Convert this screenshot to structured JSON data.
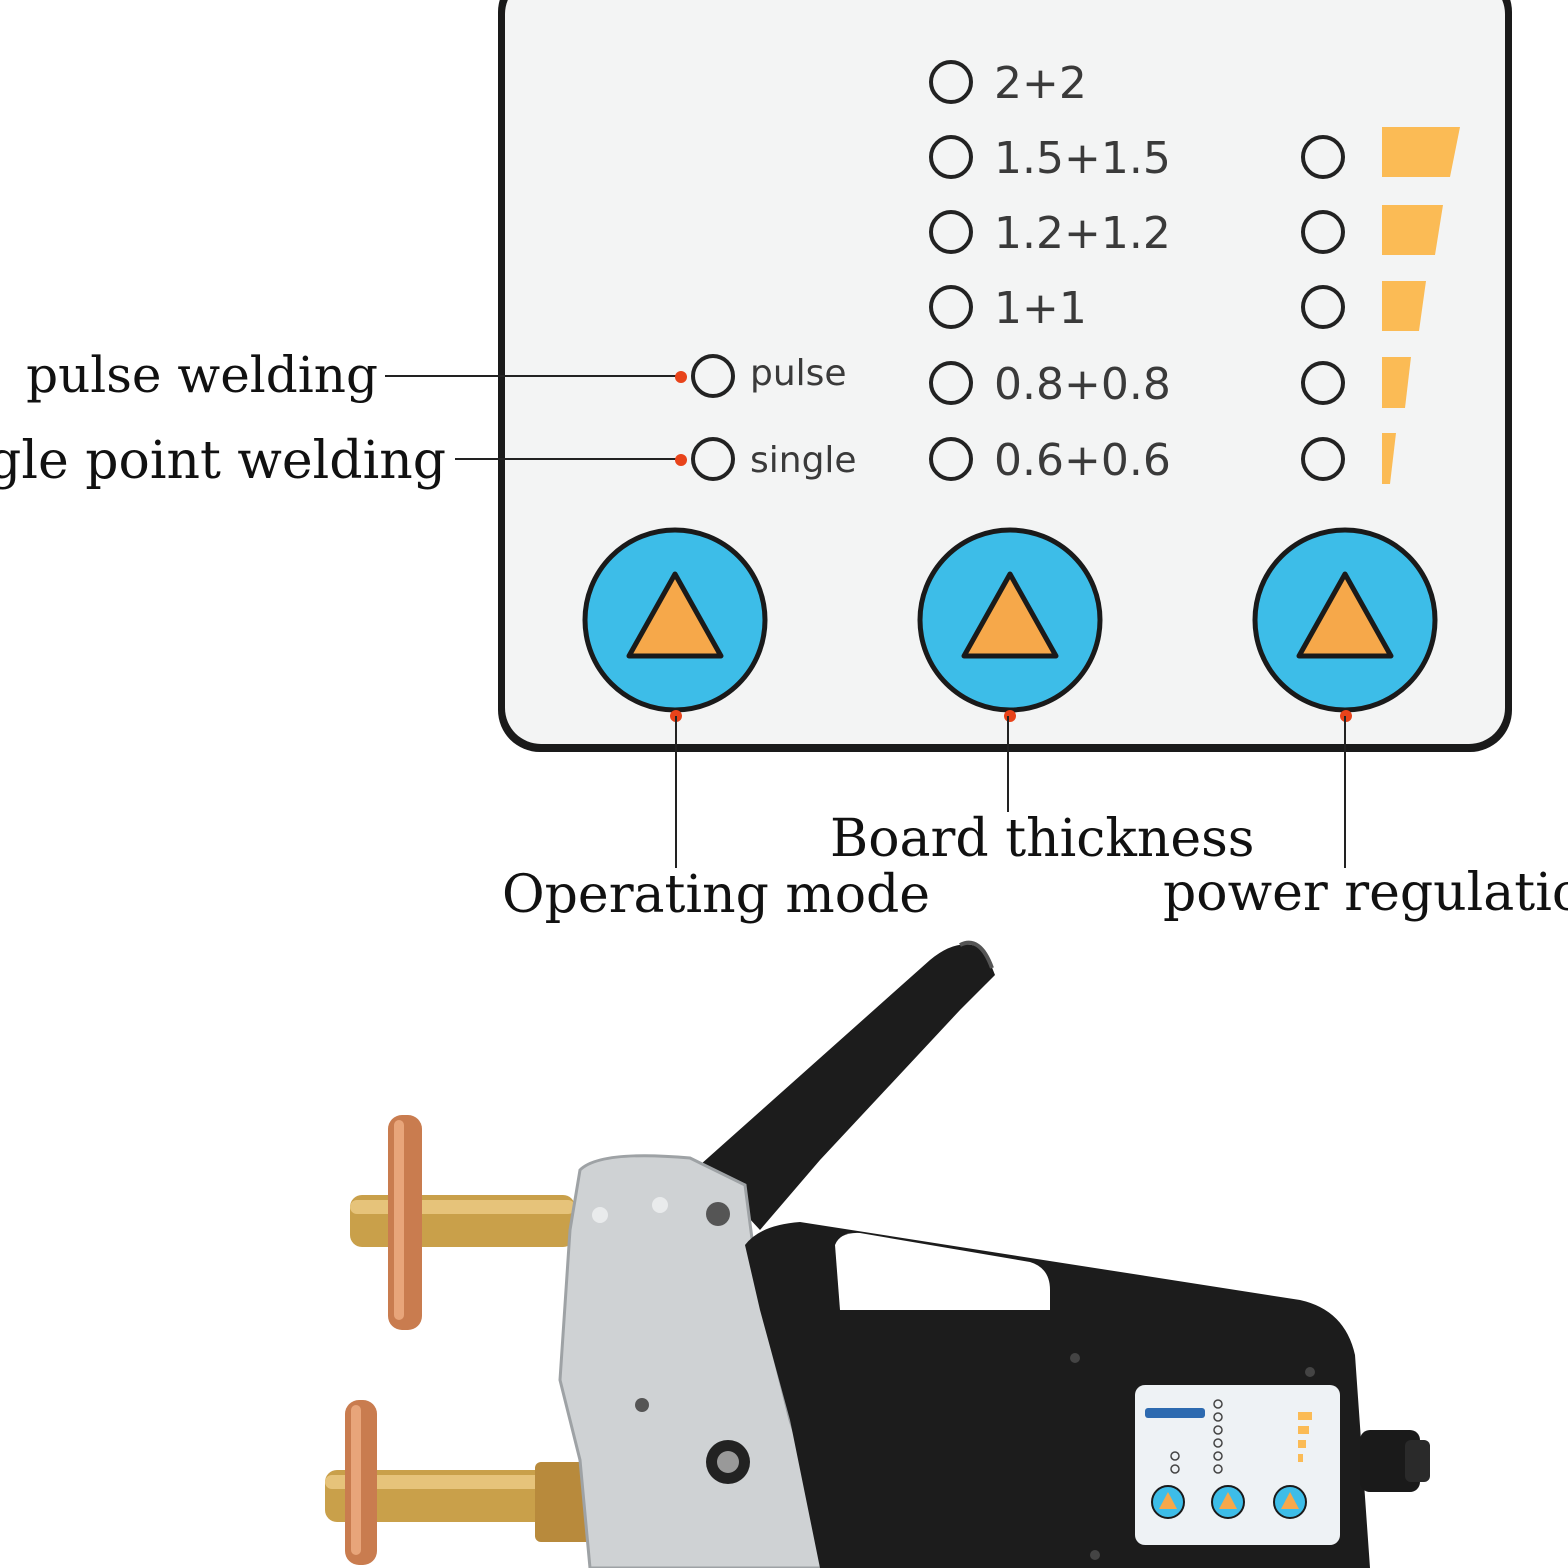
{
  "panel": {
    "mode_options": [
      "pulse",
      "single"
    ],
    "thickness_options": [
      "2+2",
      "1.5+1.5",
      "1.2+1.2",
      "1+1",
      "0.8+0.8",
      "0.6+0.6"
    ],
    "power_levels": 5,
    "button_labels": [
      "Operating mode",
      "Board thickness",
      "power regulation"
    ]
  },
  "callouts": {
    "pulse": "pulse welding",
    "single": "Single point welding",
    "operating_mode": "Operating mode",
    "board_thickness": "Board thickness",
    "power_regulation": "power regulation"
  },
  "colors": {
    "button_blue": "#3dbde8",
    "triangle_orange": "#f6a84a",
    "power_bar_orange": "#fbbb55",
    "callout_dot": "#e8431a",
    "panel_bg": "#f3f4f4",
    "panel_border": "#1a1a1a"
  },
  "icons": {
    "button": "up-triangle-icon",
    "indicator": "led-ring-icon"
  }
}
